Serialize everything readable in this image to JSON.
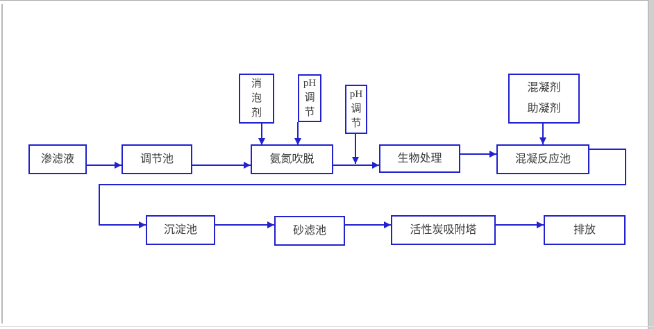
{
  "diagram": {
    "type": "flowchart",
    "description": "Landfill leachate wastewater treatment process flow diagram",
    "colors": {
      "line_blue": "#2121ce",
      "text": "#3a3a3a",
      "page_edge_gray": "#bbbbbb"
    },
    "nodes": {
      "leachate": {
        "label": "渗滤液"
      },
      "regulation_tank": {
        "label": "调节池"
      },
      "ammonia_stripping": {
        "label": "氨氮吹脱"
      },
      "biological_treatment": {
        "label": "生物处理"
      },
      "coagulation_reaction_tank": {
        "label": "混凝反应池"
      },
      "sedimentation_tank": {
        "label": "沉淀池"
      },
      "sand_filter": {
        "label": "砂滤池"
      },
      "activated_carbon_tower": {
        "label": "活性炭吸附塔"
      },
      "discharge": {
        "label": "排放"
      },
      "defoamer": {
        "label": "消\n泡\n剂"
      },
      "ph_adjust_1": {
        "label": "pH\n调\n节"
      },
      "ph_adjust_2": {
        "label": "pH\n调\n节"
      },
      "coagulant": {
        "label": "混凝剂\n助凝剂"
      }
    },
    "edges": [
      {
        "from": "leachate",
        "to": "regulation_tank"
      },
      {
        "from": "regulation_tank",
        "to": "ammonia_stripping"
      },
      {
        "from": "defoamer",
        "to": "ammonia_stripping"
      },
      {
        "from": "ph_adjust_1",
        "to": "ammonia_stripping"
      },
      {
        "from": "ammonia_stripping",
        "to": "biological_treatment"
      },
      {
        "from": "ph_adjust_2",
        "to": "ammonia_stripping→biological_treatment line"
      },
      {
        "from": "biological_treatment",
        "to": "coagulation_reaction_tank"
      },
      {
        "from": "coagulant",
        "to": "coagulation_reaction_tank"
      },
      {
        "from": "coagulation_reaction_tank",
        "to": "sedimentation_tank"
      },
      {
        "from": "sedimentation_tank",
        "to": "sand_filter"
      },
      {
        "from": "sand_filter",
        "to": "activated_carbon_tower"
      },
      {
        "from": "activated_carbon_tower",
        "to": "discharge"
      }
    ]
  }
}
